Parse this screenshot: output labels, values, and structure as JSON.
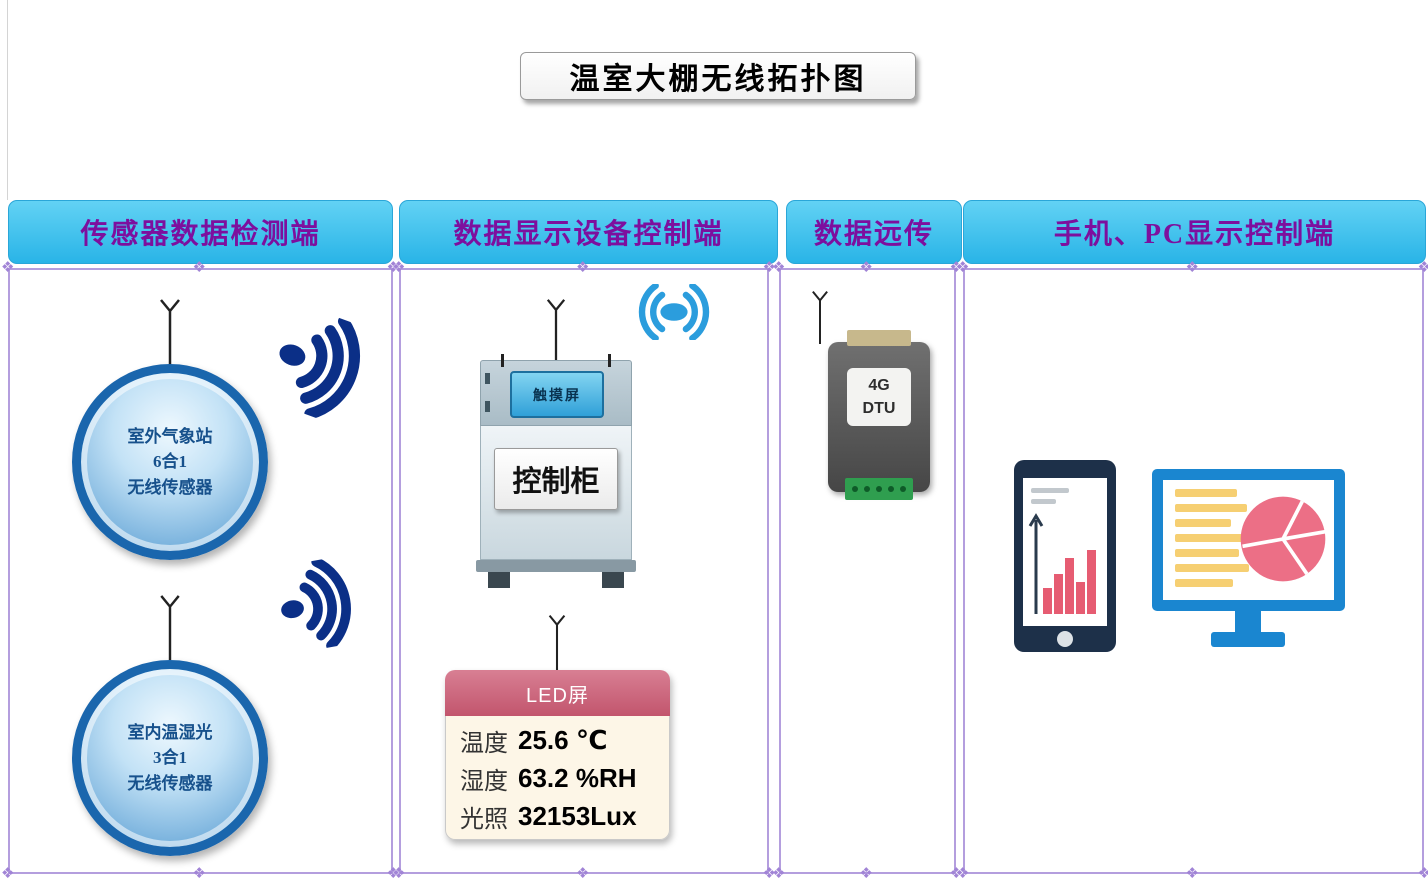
{
  "title": "温室大棚无线拓扑图",
  "columns": [
    {
      "header": "传感器数据检测端"
    },
    {
      "header": "数据显示设备控制端"
    },
    {
      "header": "数据远传"
    },
    {
      "header": "手机、PC显示控制端"
    }
  ],
  "sensors": [
    {
      "line1": "室外气象站",
      "line2": "6合1",
      "line3": "无线传感器"
    },
    {
      "line1": "室内温湿光",
      "line2": "3合1",
      "line3": "无线传感器"
    }
  ],
  "cabinet": {
    "touch_screen": "触摸屏",
    "label": "控制柜"
  },
  "led_panel": {
    "title": "LED屏",
    "readings": [
      {
        "name": "温度",
        "value": "25.6 ℃"
      },
      {
        "name": "湿度",
        "value": "63.2 %RH"
      },
      {
        "name": "光照",
        "value": "32153Lux"
      }
    ]
  },
  "dtu": {
    "line1": "4G",
    "line2": "DTU"
  },
  "colors": {
    "header_bg": "#3fc3ef",
    "header_text": "#7d0f9e",
    "panel_border": "#b49ede",
    "wifi_icon": "#0b2f87",
    "broadcast_icon": "#2b9ddd",
    "sensor_ring": "#1a66ad",
    "led_header_bg": "#c2556d",
    "led_body_bg": "#fdf6e7",
    "dtu_body": "#4a4a4a",
    "dtu_connector": "#2f9e4f",
    "phone_body": "#1d3049",
    "monitor_frame": "#1a86d0",
    "chart_accent": "#e65c72",
    "list_line": "#f6cf72"
  }
}
